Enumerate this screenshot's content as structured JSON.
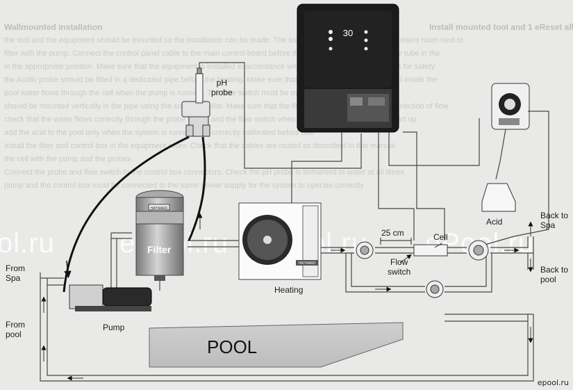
{
  "background_text": {
    "heading": "Wallmounted installation",
    "heading_right": "Install mounted tool and 1 eReset all",
    "lines": [
      "the tool and the equipment should be mounted so the installation can be made. The tool must be installed in the equipment room next to",
      "filter with the pump. Connect the control panel cable to the main control board before the pump. Position the electrode tube in the",
      "in the appropriate position. Make sure that the equipment is installed in accordance with the manufacturer instructions for safety",
      "the Acidic probe should be fitted in a dedicated pipe before the heating. Make sure that the cables are correctly routed inside the",
      "pool water flows through the cell when the pump is running. The flow switch must be mounted horizontally in the line.",
      "should be mounted vertically in the pipe using the supplied collar. Make sure that the flow switch arrow points in the direction of flow",
      "check that the water flows correctly through the probe holder and the flow switch when the pump is running before start up",
      "add the acid to the pool only when the system is running and correctly calibrated before use",
      "Install the filter and control box in the equipment room. Check that the cables are routed as described in this manual",
      "the cell with the pump and the probes",
      "Connect the probe and flow switch to the control box connectors. Check the pH probe is immersed in water at all times",
      "pump and the control box must be connected to the same power supply for the system to operate correctly"
    ]
  },
  "watermarks": [
    "ol.ru",
    "ePool.ru",
    "ePool.ru",
    "ePool.ru"
  ],
  "device": {
    "display_value": "30"
  },
  "labels": {
    "ph_probe": "pH\nprobe",
    "filter": "Filter",
    "filter_brand": "HAYWARD",
    "heating_brand": "HAYWARD",
    "heating": "Heating",
    "pump": "Pump",
    "acid": "Acid",
    "cell": "Cell",
    "flow_switch": "Flow\nswitch",
    "distance": "25 cm",
    "back_to_spa": "Back to\nSpa",
    "back_to_pool": "Back to\npool",
    "from_spa": "From\nSpa",
    "from_pool": "From\npool",
    "pool": "POOL"
  },
  "corner_mark": "epool.ru"
}
